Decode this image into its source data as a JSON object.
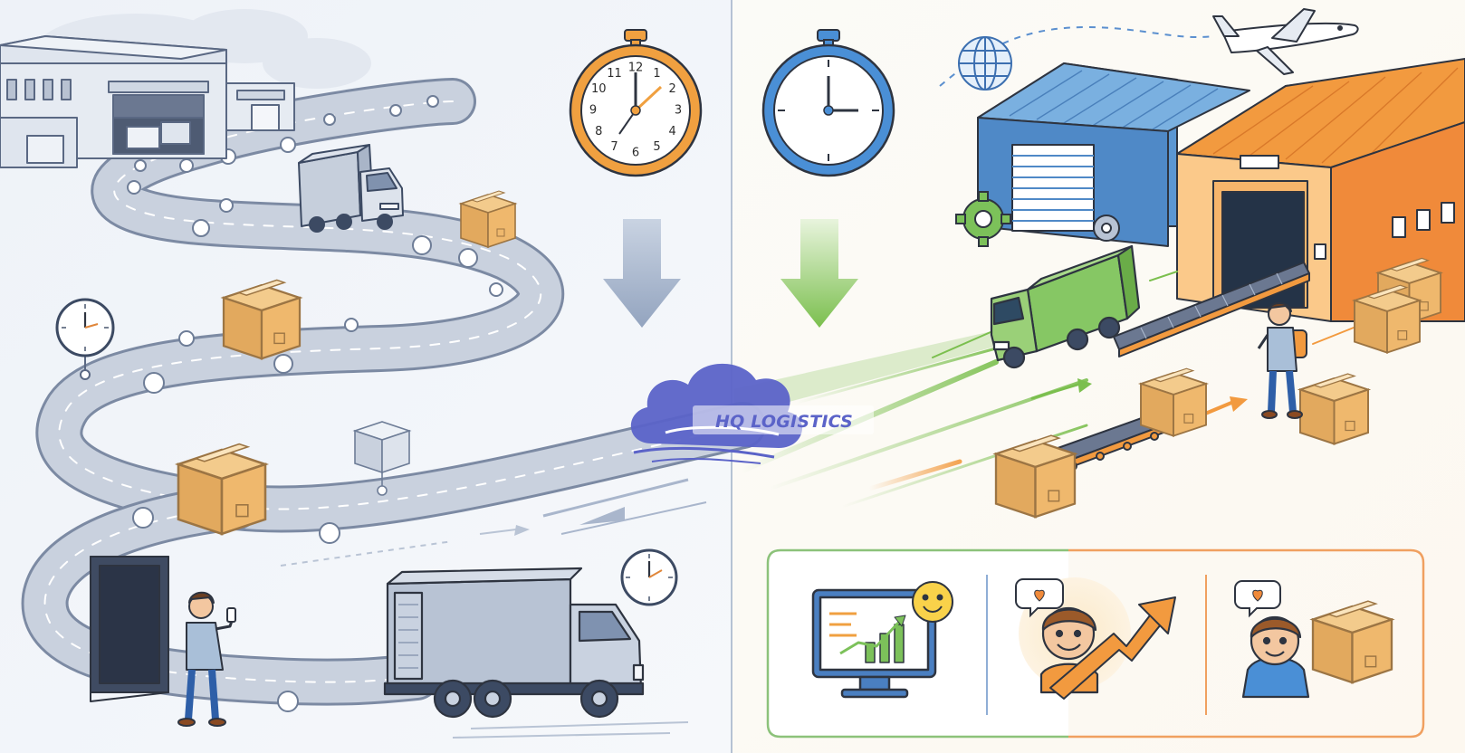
{
  "brand": {
    "name": "HQ LOGISTICS",
    "color": "#5b63c8"
  },
  "clocks": {
    "numerals": [
      "12",
      "1",
      "2",
      "3",
      "4",
      "5",
      "6",
      "7",
      "8",
      "9",
      "10",
      "11"
    ]
  },
  "palette": {
    "slow_side": "#9aa7bd",
    "fast_arrow": "#7bbf4e",
    "slow_arrow": "#9aaac2",
    "orange_clock": "#f0a040",
    "blue_clock": "#4a8fd6",
    "warehouse_blue": "#5b97d3",
    "warehouse_orange": "#f29a3f",
    "truck_green": "#7cc15a",
    "box": "#e8b46a",
    "panel_border_green": "#8cc27a",
    "panel_border_orange": "#f0a060"
  },
  "icons": {
    "left_scene": [
      "warehouse-icon",
      "delivery-truck-icon",
      "package-icon",
      "stopwatch-icon",
      "worker-icon",
      "winding-road-icon",
      "down-arrow-icon"
    ],
    "right_scene": [
      "stopwatch-icon",
      "globe-icon",
      "airplane-icon",
      "gear-icon",
      "warehouse-icon",
      "conveyor-belt-icon",
      "delivery-truck-icon",
      "worker-icon",
      "package-icon",
      "down-arrow-icon",
      "growth-arrow-icon"
    ],
    "benefits_panel": [
      "monitor-chart-icon",
      "smiley-icon",
      "happy-customer-icon",
      "heart-bubble-icon",
      "package-icon"
    ]
  }
}
